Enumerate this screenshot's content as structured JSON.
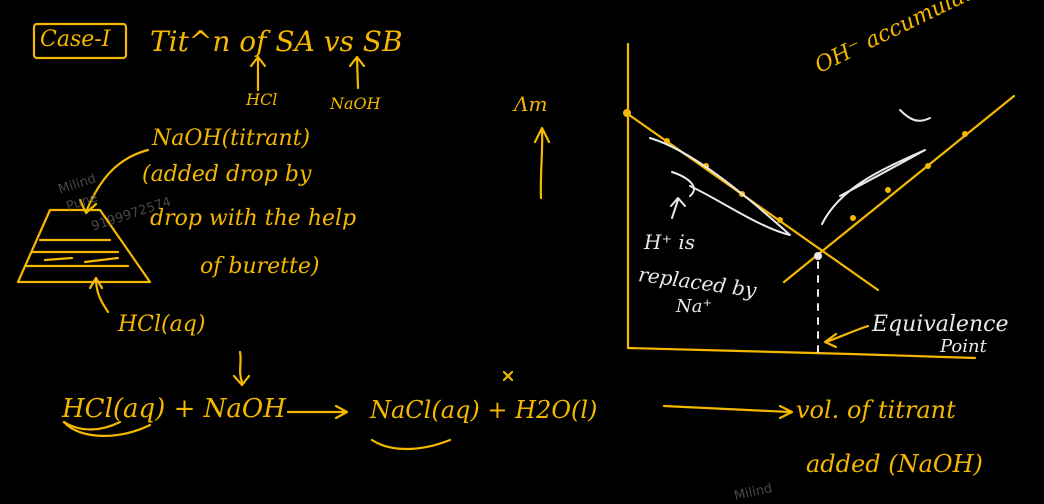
{
  "left": {
    "case_label": "Case-I",
    "title": "Tit^n of SA vs SB",
    "sa_label": "HCl",
    "sb_label": "NaOH",
    "titrant_note": [
      "NaOH(titrant)",
      "(added drop by",
      "drop with the help",
      "of burette)"
    ],
    "flask_label": "HCl(aq)",
    "equation": {
      "lhs": "HCl(aq) + NaOH",
      "rhs": "NaCl(aq) + H2O(l)"
    }
  },
  "axis": {
    "y_label": "Λm",
    "x_label_line1": "vol. of titrant",
    "x_label_line2": "added (NaOH)"
  },
  "annotations": {
    "oh_accumulates": "OH⁻ accumulates",
    "h_line1": "H⁺ is",
    "h_line2": "replaced by",
    "h_line3": "Na⁺",
    "equivalence_line1": "Equivalence",
    "equivalence_line2": "Point"
  },
  "watermarks": [
    "Milind",
    "Pune",
    "9199972574",
    "Milind"
  ],
  "colors": {
    "ink": "#f5b800",
    "chalk": "#e9e9e9",
    "background": "#000000"
  }
}
